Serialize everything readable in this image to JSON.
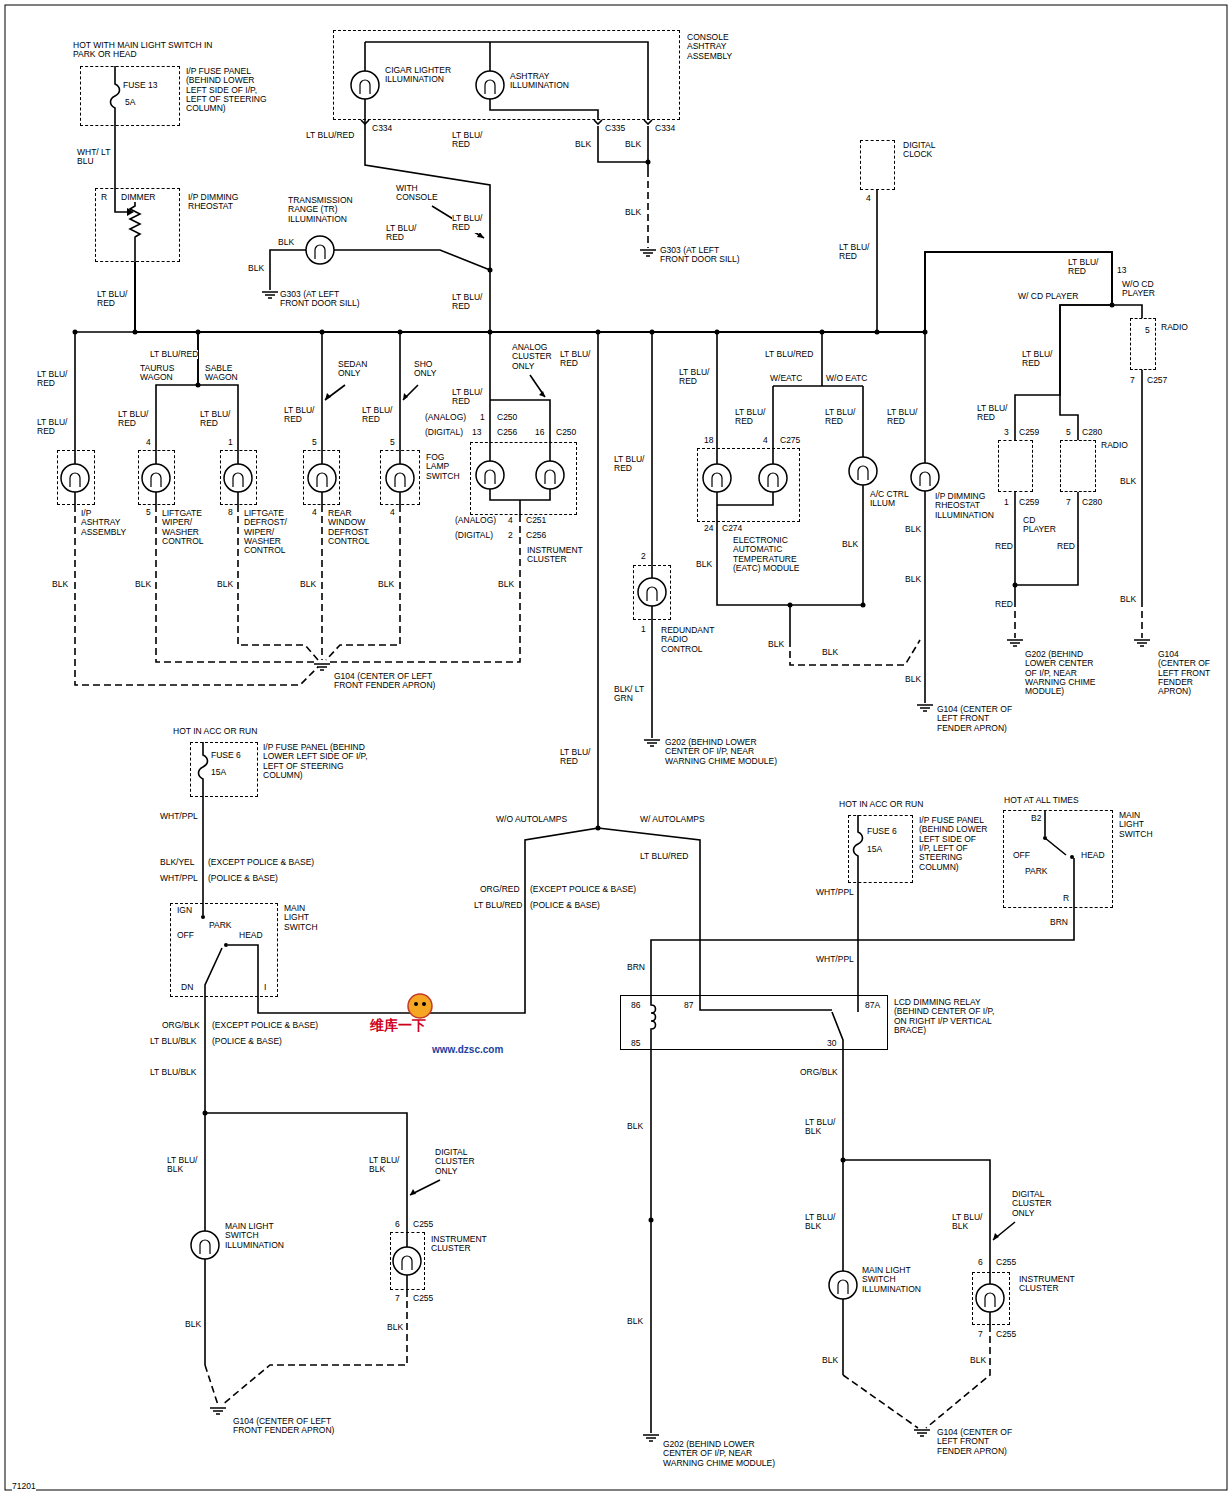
{
  "diagram": {
    "nodes": [
      {
        "text": [
          "HOT WITH MAIN LIGHT SWITCH IN PARK OR HEAD",
          "FUSE 13",
          "5A",
          "I/P FUSE PANEL (BEHIND LOWER LEFT SIDE OF I/P, LEFT OF STEERING COLUMN)"
        ]
      },
      {
        "text": [
          "R",
          "DIMMER",
          "I/P DIMMING RHEOSTAT"
        ]
      },
      {
        "text": [
          "CONSOLE ASHTRAY ASSEMBLY"
        ]
      },
      {
        "text": [
          "DIGITAL CLOCK"
        ]
      },
      {
        "text": [
          "RADIO"
        ]
      },
      {
        "text": [
          "I/P ASHTRAY ASSEMBLY"
        ]
      },
      {
        "text": [
          "LIFTGATE WIPER/ WASHER CONTROL"
        ]
      },
      {
        "text": [
          "LIFTGATE DEFROST/ WIPER/ WASHER CONTROL"
        ]
      },
      {
        "text": [
          "REAR WINDOW DEFROST CONTROL"
        ]
      },
      {
        "text": [
          "FOG LAMP SWITCH"
        ]
      },
      {
        "text": [
          "INSTRUMENT CLUSTER"
        ]
      },
      {
        "text": [
          "REDUNDANT RADIO CONTROL"
        ]
      },
      {
        "text": [
          "ELECTRONIC AUTOMATIC TEMPERATURE (EATC) MODULE"
        ]
      },
      {
        "text": [
          "CD PLAYER"
        ]
      },
      {
        "text": [
          "RADIO"
        ]
      },
      {
        "text": [
          "HOT IN ACC OR RUN",
          "FUSE 6",
          "15A",
          "I/P FUSE PANEL (BEHIND LOWER LEFT SIDE OF I/P, LEFT OF STEERING COLUMN)"
        ]
      },
      {
        "text": [
          "IGN",
          "OFF",
          "PARK",
          "HEAD",
          "DN",
          "I",
          "MAIN LIGHT SWITCH"
        ]
      },
      {
        "text": [
          "INSTRUMENT CLUSTER"
        ]
      },
      {
        "text": [
          "HOT IN ACC OR RUN",
          "FUSE 6",
          "15A",
          "I/P FUSE PANEL (BEHIND LOWER LEFT SIDE OF I/P, LEFT OF STEERING COLUMN)"
        ]
      },
      {
        "text": [
          "HOT AT ALL TIMES",
          "B2",
          "OFF",
          "PARK",
          "HEAD",
          "R",
          "MAIN LIGHT SWITCH"
        ]
      },
      {
        "text": [
          "86",
          "87",
          "87A",
          "85",
          "30",
          "LCD DIMMING RELAY (BEHIND CENTER OF I/P, ON RIGHT I/P VERTICAL BRACE)"
        ]
      },
      {
        "text": [
          "INSTRUMENT CLUSTER"
        ]
      }
    ],
    "edges": [
      {
        "from": 0,
        "to": 1,
        "arrow": "none"
      },
      {
        "from": 1,
        "to": 5,
        "arrow": "none"
      },
      {
        "from": 1,
        "to": 6,
        "arrow": "none"
      },
      {
        "from": 1,
        "to": 7,
        "arrow": "none"
      },
      {
        "from": 1,
        "to": 8,
        "arrow": "none"
      },
      {
        "from": 1,
        "to": 9,
        "arrow": "none"
      },
      {
        "from": 1,
        "to": 10,
        "arrow": "none"
      },
      {
        "from": 1,
        "to": 2,
        "arrow": "none"
      },
      {
        "from": 1,
        "to": 11,
        "arrow": "none"
      },
      {
        "from": 1,
        "to": 12,
        "arrow": "none"
      },
      {
        "from": 1,
        "to": 3,
        "arrow": "none"
      },
      {
        "from": 1,
        "to": 4,
        "arrow": "none"
      },
      {
        "from": 1,
        "to": 13,
        "arrow": "none"
      },
      {
        "from": 1,
        "to": 14,
        "arrow": "none"
      },
      {
        "from": 15,
        "to": 16,
        "arrow": "none"
      },
      {
        "from": 16,
        "to": 17,
        "arrow": "none"
      },
      {
        "from": 18,
        "to": 20,
        "arrow": "none"
      },
      {
        "from": 19,
        "to": 20,
        "arrow": "none"
      },
      {
        "from": 20,
        "to": 21,
        "arrow": "none"
      }
    ],
    "labels": [
      "WHT/ LT BLU",
      "LT BLU/ RED",
      "CIGAR LIGHTER ILLUMINATION",
      "ASHTRAY ILLUMINATION",
      "LT BLU/RED",
      "C334",
      "LT BLU/ RED",
      "C335",
      "C334",
      "BLK",
      "BLK",
      "BLK",
      "G303 (AT LEFT FRONT DOOR SILL)",
      "WITH CONSOLE",
      "TRANSMISSION RANGE (TR) ILLUMINATION",
      "LT BLU/ RED",
      "LT BLU/ RED",
      "BLK",
      "BLK",
      "G303 (AT LEFT FRONT DOOR SILL)",
      "LT BLU/ RED",
      "4",
      "LT BLU/ RED",
      "LT BLU/ RED",
      "13",
      "W/ CD PLAYER",
      "W/O CD PLAYER",
      "5",
      "7",
      "C257",
      "LT BLU/ RED",
      "LT BLU/ RED",
      "3",
      "C259",
      "5",
      "C280",
      "1",
      "C259",
      "7",
      "C280",
      "RED",
      "RED",
      "RED",
      "G202 (BEHIND LOWER CENTER OF I/P, NEAR WARNING CHIME MODULE)",
      "BLK",
      "BLK",
      "G104 (CENTER OF LEFT FRONT FENDER APRON)",
      "LT BLU/ RED",
      "I/P DIMMING RHEOSTAT ILLUMINATION",
      "BLK",
      "BLK",
      "BLK",
      "G104 (CENTER OF LEFT FRONT FENDER APRON)",
      "LT BLU/RED",
      "W/EATC",
      "W/O EATC",
      "LT BLU/ RED",
      "A/C CTRL ILLUM",
      "BLK",
      "LT BLU/ RED",
      "LT BLU/ RED",
      "18",
      "4",
      "C275",
      "24",
      "C274",
      "BLK",
      "BLK",
      "BLK",
      "LT BLU/ RED",
      "LT BLU/ RED",
      "2",
      "1",
      "BLK/ LT GRN",
      "G202 (BEHIND LOWER CENTER OF I/P, NEAR WARNING CHIME MODULE)",
      "ANALOG CLUSTER ONLY",
      "LT BLU/ RED",
      "(ANALOG)",
      "1",
      "C250",
      "(DIGITAL)",
      "13",
      "C256",
      "16",
      "C250",
      "(ANALOG)",
      "4",
      "C251",
      "(DIGITAL)",
      "2",
      "C256",
      "LT BLU/ RED",
      "LT BLU/ RED",
      "BLK",
      "LT BLU/RED",
      "TAURUS WAGON",
      "SABLE WAGON",
      "LT BLU/ RED",
      "4",
      "5",
      "BLK",
      "LT BLU/ RED",
      "1",
      "8",
      "BLK",
      "SEDAN ONLY",
      "LT BLU/ RED",
      "5",
      "4",
      "BLK",
      "SHO ONLY",
      "LT BLU/ RED",
      "5",
      "4",
      "BLK",
      "G104 (CENTER OF LEFT FRONT FENDER APRON)",
      "WHT/PPL",
      "BLK/YEL",
      "(EXCEPT POLICE & BASE)",
      "WHT/PPL",
      "(POLICE & BASE)",
      "ORG/BLK",
      "(EXCEPT POLICE & BASE)",
      "LT BLU/BLK",
      "(POLICE & BASE)",
      "LT BLU/BLK",
      "LT BLU/ BLK",
      "MAIN LIGHT SWITCH ILLUMINATION",
      "BLK",
      "LT BLU/ BLK",
      "DIGITAL CLUSTER ONLY",
      "6",
      "C255",
      "7",
      "C255",
      "BLK",
      "G104 (CENTER OF LEFT FRONT FENDER APRON)",
      "W/O AUTOLAMPS",
      "W/ AUTOLAMPS",
      "ORG/RED",
      "(EXCEPT POLICE & BASE)",
      "LT BLU/RED",
      "(POLICE & BASE)",
      "LT BLU/ RED",
      "维库一下",
      "www.dzsc.com",
      "LT BLU/RED",
      "WHT/PPL",
      "WHT/PPL",
      "BRN",
      "BRN",
      "BLK",
      "BLK",
      "G202 (BEHIND LOWER CENTER OF I/P, NEAR WARNING CHIME MODULE)",
      "ORG/BLK",
      "LT BLU/ BLK",
      "LT BLU/ BLK",
      "MAIN LIGHT SWITCH ILLUMINATION",
      "BLK",
      "LT BLU/ BLK",
      "DIGITAL CLUSTER ONLY",
      "6",
      "C255",
      "7",
      "C255",
      "BLK",
      "G104 (CENTER OF LEFT FRONT FENDER APRON)",
      "71201",
      "BLK"
    ]
  }
}
